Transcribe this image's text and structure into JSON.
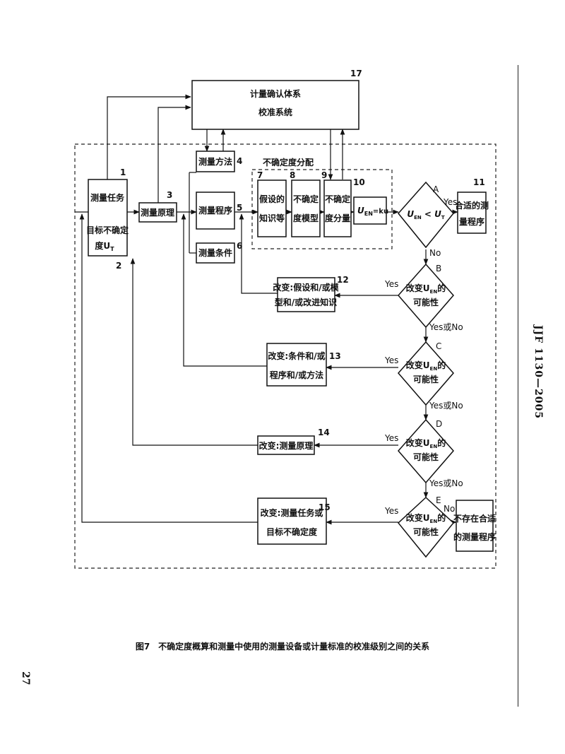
{
  "doc": {
    "code": "JJF 1130—2005",
    "page_number": "27",
    "caption": "图7　不确定度概算和测量中使用的测量设备或计量标准的校准级别之间的关系"
  },
  "boxes": {
    "b17": {
      "num": "17",
      "lines": [
        "计量确认体系",
        "校准系统"
      ]
    },
    "b1": {
      "num": "1",
      "lines": [
        "测量任务"
      ]
    },
    "b2": {
      "num": "2",
      "lines": [
        "目标不确定",
        "度U"
      ],
      "sub": "T"
    },
    "b3": {
      "num": "3",
      "lines": [
        "测量原理"
      ]
    },
    "b4": {
      "num": "4",
      "lines": [
        "测量方法"
      ]
    },
    "b5": {
      "num": "5",
      "lines": [
        "测量程序"
      ]
    },
    "b6": {
      "num": "6",
      "lines": [
        "测量条件"
      ]
    },
    "b7": {
      "num": "7",
      "lines": [
        "假设的",
        "知识等"
      ]
    },
    "b8": {
      "num": "8",
      "lines": [
        "不确定",
        "度模型"
      ]
    },
    "b9": {
      "num": "9",
      "lines": [
        "不确定",
        "度分量"
      ]
    },
    "b10": {
      "num": "10",
      "text": "U",
      "sub": "EN",
      "rest": "=ku"
    },
    "b11": {
      "num": "11",
      "lines": [
        "合适的测",
        "量程序"
      ]
    },
    "b12": {
      "num": "12",
      "lines": [
        "改变:假设和/或模",
        "型和/或改进知识"
      ]
    },
    "b13": {
      "num": "13",
      "lines": [
        "改变:条件和/或",
        "程序和/或方法"
      ]
    },
    "b14": {
      "num": "14",
      "lines": [
        "改变:测量原理"
      ]
    },
    "b15": {
      "num": "15",
      "lines": [
        "改变:测量任务或",
        "目标不确定度"
      ]
    },
    "b16": {
      "lines": [
        "不存在合适",
        "的测量程序"
      ]
    }
  },
  "uncertainty_group_label": "不确定度分配",
  "diamonds": {
    "A": {
      "letter": "A",
      "u": "U",
      "u_sub": "EN",
      "op": " < ",
      "ut": "U",
      "ut_sub": "T"
    },
    "B": {
      "letter": "B",
      "line1": "改变U",
      "sub": "EN",
      "line1_end": "的",
      "line2": "可能性"
    },
    "C": {
      "letter": "C",
      "line1": "改变U",
      "sub": "EN",
      "line1_end": "的",
      "line2": "可能性"
    },
    "D": {
      "letter": "D",
      "line1": "改变U",
      "sub": "EN",
      "line1_end": "的",
      "line2": "可能性"
    },
    "E": {
      "letter": "E",
      "line1": "改变U",
      "sub": "EN",
      "line1_end": "的",
      "line2": "可能性"
    }
  },
  "edge_labels": {
    "yes": "Yes",
    "no": "No",
    "yes_or_no": "Yes或No"
  }
}
